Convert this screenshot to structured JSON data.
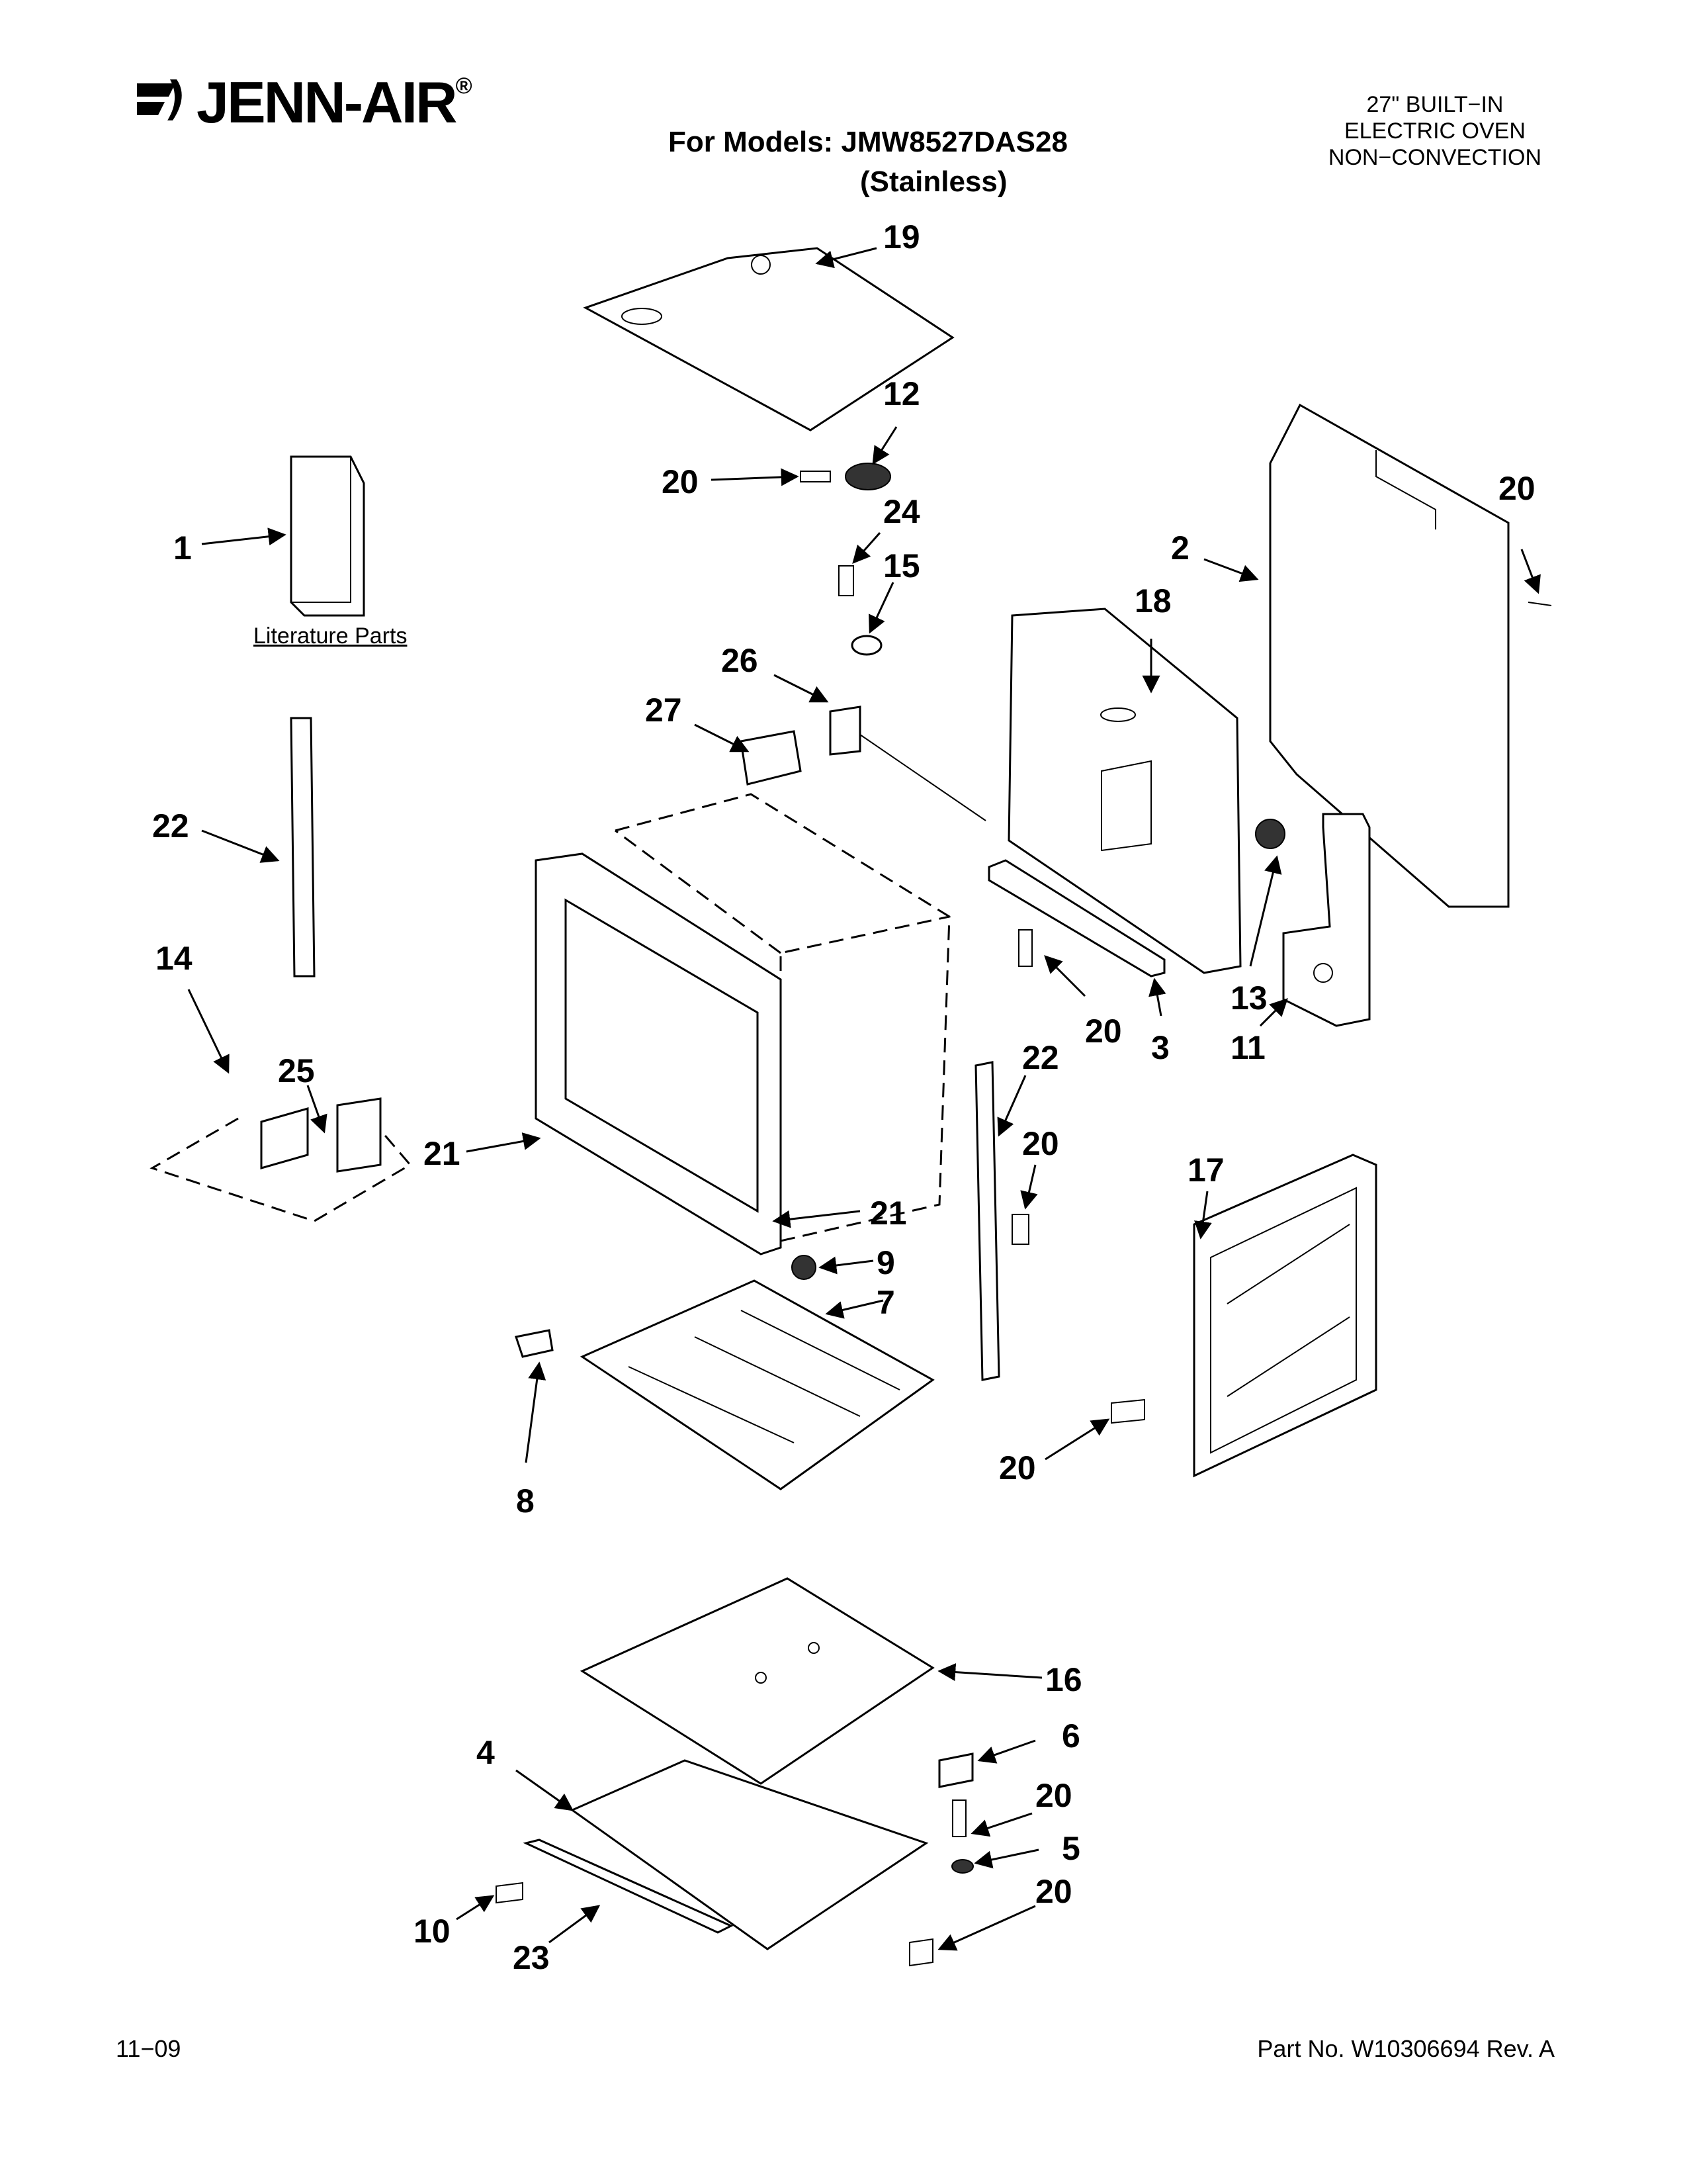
{
  "header": {
    "brand": "JENN-AIR",
    "brand_reg": "®",
    "models_line": "For Models: JMW8527DAS28",
    "models_sub": "(Stainless)",
    "spec": [
      "27\" BUILT−IN",
      "ELECTRIC OVEN",
      "NON−CONVECTION"
    ]
  },
  "literature_label": "Literature Parts",
  "footer": {
    "date": "11−09",
    "part_no": "Part No. W10306694 Rev. A"
  },
  "callouts": [
    {
      "id": "c19",
      "label": "19"
    },
    {
      "id": "c12",
      "label": "12"
    },
    {
      "id": "c20a",
      "label": "20"
    },
    {
      "id": "c24",
      "label": "24"
    },
    {
      "id": "c15",
      "label": "15"
    },
    {
      "id": "c1",
      "label": "1"
    },
    {
      "id": "c2",
      "label": "2"
    },
    {
      "id": "c20b",
      "label": "20"
    },
    {
      "id": "c18",
      "label": "18"
    },
    {
      "id": "c26",
      "label": "26"
    },
    {
      "id": "c27",
      "label": "27"
    },
    {
      "id": "c22a",
      "label": "22"
    },
    {
      "id": "c14",
      "label": "14"
    },
    {
      "id": "c25",
      "label": "25"
    },
    {
      "id": "c21a",
      "label": "21"
    },
    {
      "id": "c21b",
      "label": "21"
    },
    {
      "id": "c13",
      "label": "13"
    },
    {
      "id": "c11",
      "label": "11"
    },
    {
      "id": "c3",
      "label": "3"
    },
    {
      "id": "c20c",
      "label": "20"
    },
    {
      "id": "c22b",
      "label": "22"
    },
    {
      "id": "c20d",
      "label": "20"
    },
    {
      "id": "c17",
      "label": "17"
    },
    {
      "id": "c9",
      "label": "9"
    },
    {
      "id": "c7",
      "label": "7"
    },
    {
      "id": "c8",
      "label": "8"
    },
    {
      "id": "c20e",
      "label": "20"
    },
    {
      "id": "c16",
      "label": "16"
    },
    {
      "id": "c6",
      "label": "6"
    },
    {
      "id": "c4",
      "label": "4"
    },
    {
      "id": "c20f",
      "label": "20"
    },
    {
      "id": "c5",
      "label": "5"
    },
    {
      "id": "c20g",
      "label": "20"
    },
    {
      "id": "c10",
      "label": "10"
    },
    {
      "id": "c23",
      "label": "23"
    }
  ]
}
